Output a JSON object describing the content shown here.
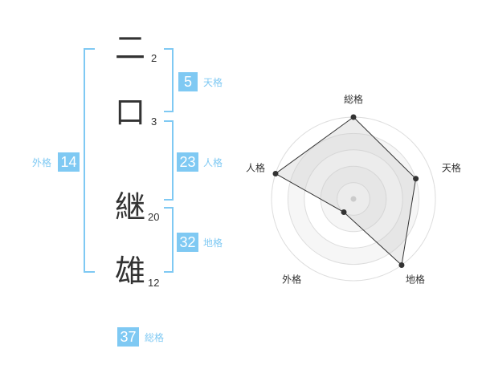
{
  "name": {
    "chars": [
      {
        "char": "二",
        "strokes": "2"
      },
      {
        "char": "口",
        "strokes": "3"
      },
      {
        "char": "継",
        "strokes": "20"
      },
      {
        "char": "雄",
        "strokes": "12"
      }
    ]
  },
  "kaku": {
    "tenkaku": {
      "value": "5",
      "label": "天格"
    },
    "jinkaku": {
      "value": "23",
      "label": "人格"
    },
    "chikaku": {
      "value": "32",
      "label": "地格"
    },
    "gaikaku": {
      "value": "14",
      "label": "外格"
    },
    "soukaku": {
      "value": "37",
      "label": "総格"
    }
  },
  "colors": {
    "accent": "#7fc9f3",
    "text": "#333333",
    "radar_fill": "#eeeeee",
    "radar_grid": "#dddddd"
  },
  "chart_data": {
    "type": "radar",
    "axes": [
      "総格",
      "天格",
      "地格",
      "外格",
      "人格"
    ],
    "values": [
      5,
      4,
      5,
      1,
      5
    ],
    "rmax": 5,
    "rings": 5
  }
}
